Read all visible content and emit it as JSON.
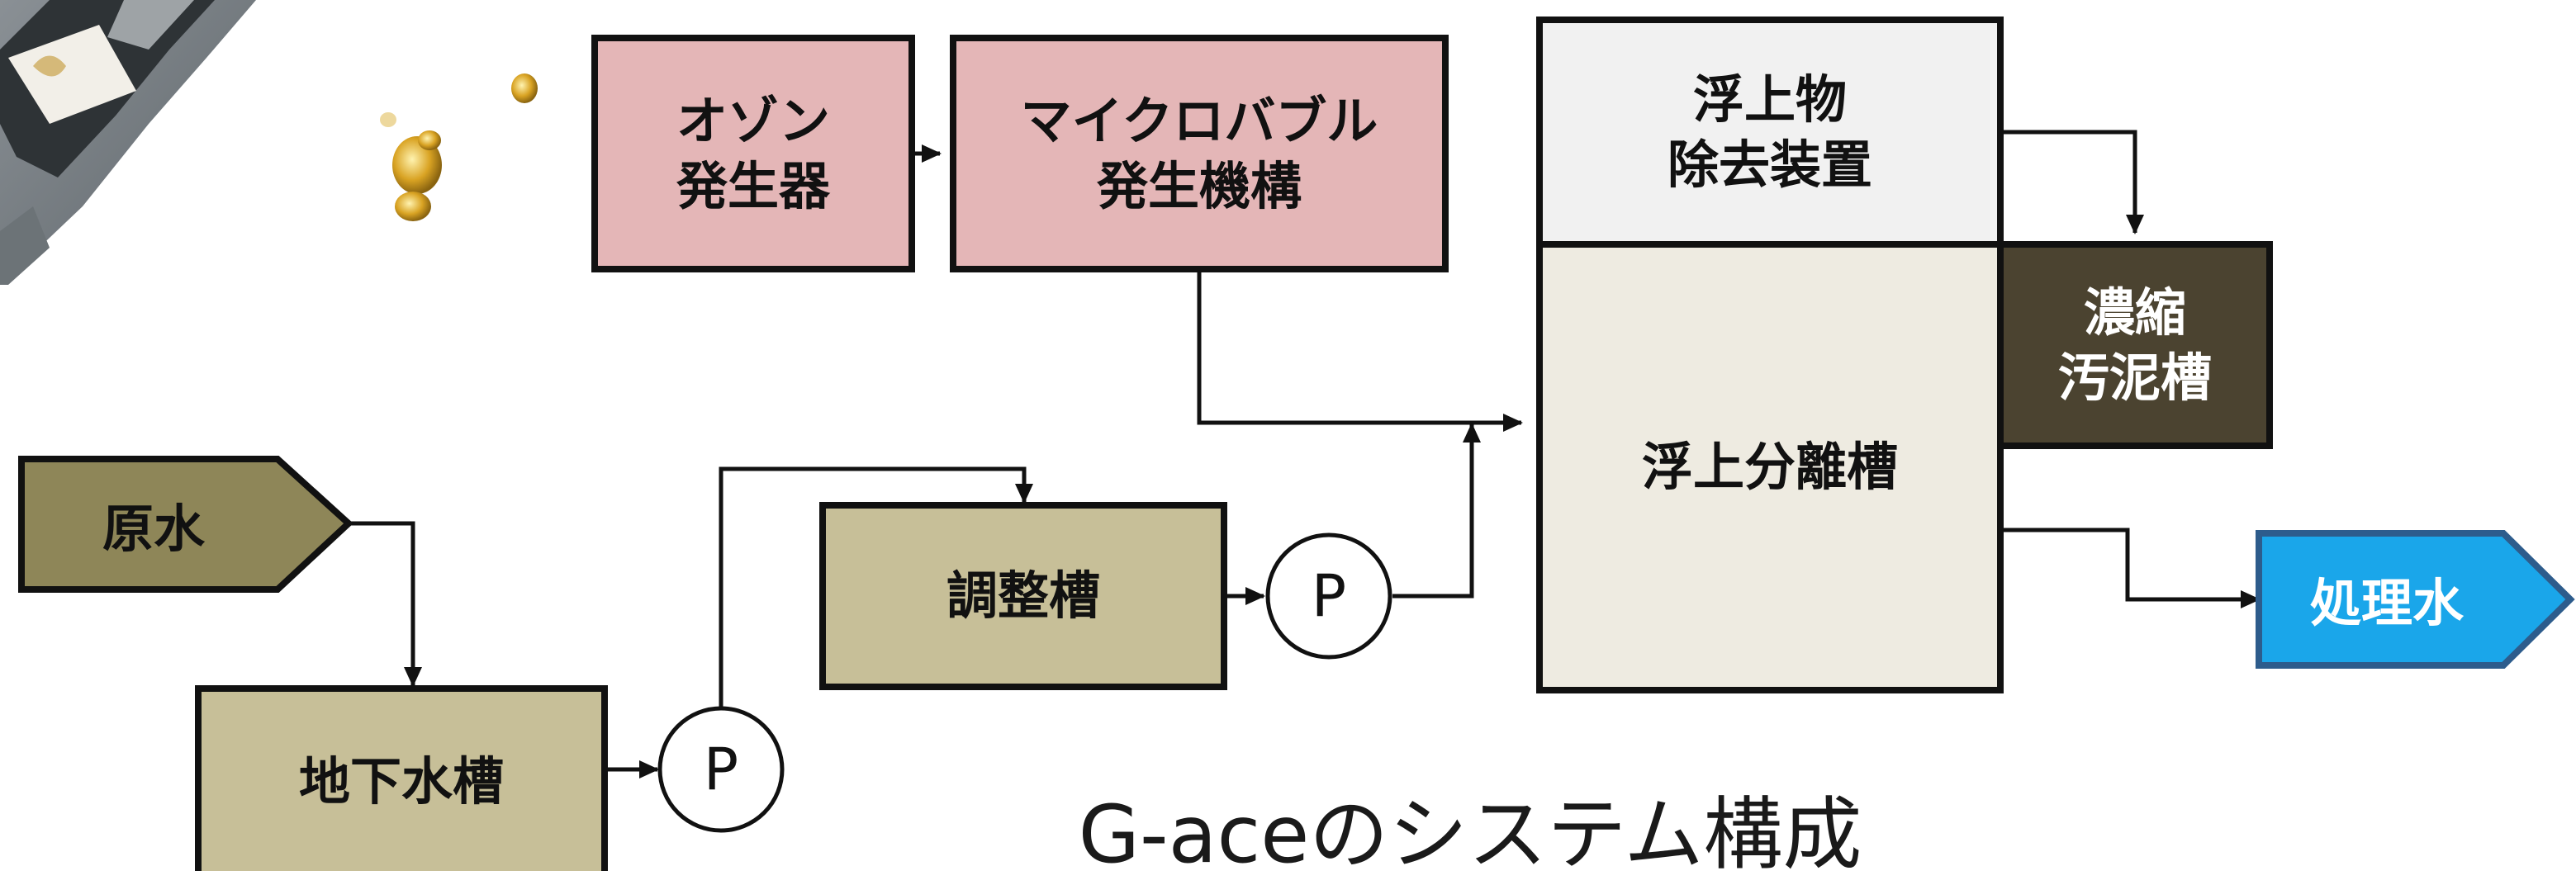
{
  "boxes": {
    "ozone": {
      "line1": "オゾン",
      "line2": "発生器"
    },
    "microbubble": {
      "line1": "マイクロバブル",
      "line2": "発生機構"
    },
    "float_removal": {
      "line1": "浮上物",
      "line2": "除去装置"
    },
    "flotation_tank": {
      "label": "浮上分離槽"
    },
    "sludge_tank": {
      "line1": "濃縮",
      "line2": "汚泥槽"
    },
    "adjustment_tank": {
      "label": "調整槽"
    },
    "underground_tank": {
      "label": "地下水槽"
    }
  },
  "tags": {
    "raw_water": "原水",
    "treated_water": "処理水"
  },
  "pumps": {
    "label": "P"
  },
  "caption": "G-aceのシステム構成",
  "colors": {
    "pink": "#e4b6b7",
    "tan": "#c7bf98",
    "raw_water_tag": "#8e8658",
    "dark_brown": "#4b4330",
    "treated_water_tag": "#1aa6ea",
    "line": "#111111"
  }
}
